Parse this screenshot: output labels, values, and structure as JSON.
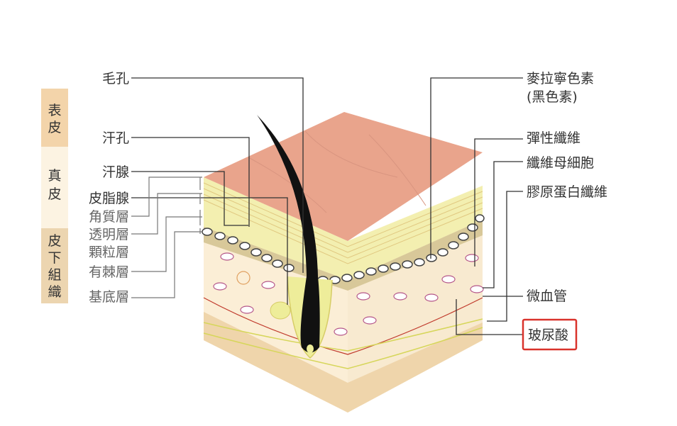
{
  "side_bar": {
    "epidermis": [
      "表",
      "皮"
    ],
    "dermis": [
      "真",
      "皮"
    ],
    "subcutaneous": [
      "皮",
      "下",
      "組",
      "織"
    ]
  },
  "left_labels": {
    "pore": "毛孔",
    "sweat_pore": "汗孔",
    "sweat_gland": "汗腺",
    "sebaceous_gland": "皮脂腺",
    "stratum_corneum": "角質層",
    "stratum_lucidum": "透明層",
    "stratum_granulosum": "顆粒層",
    "stratum_spinosum": "有棘層",
    "stratum_basale": "基底層"
  },
  "right_labels": {
    "melanin": "麥拉寧色素",
    "melanin_alt": "(黑色素)",
    "elastic_fiber": "彈性纖維",
    "fibroblast": "纖維母細胞",
    "collagen_fiber": "膠原蛋白纖維",
    "capillary": "微血管",
    "hyaluronic_acid": "玻尿酸"
  },
  "colors": {
    "highlight_box": "#d9322b",
    "skin_surface": "#e9a48c",
    "epidermis_bar": "#f3d4aa",
    "dermis_bar": "#fcf3e2",
    "subcutaneous_bar": "#ecd5b0"
  }
}
